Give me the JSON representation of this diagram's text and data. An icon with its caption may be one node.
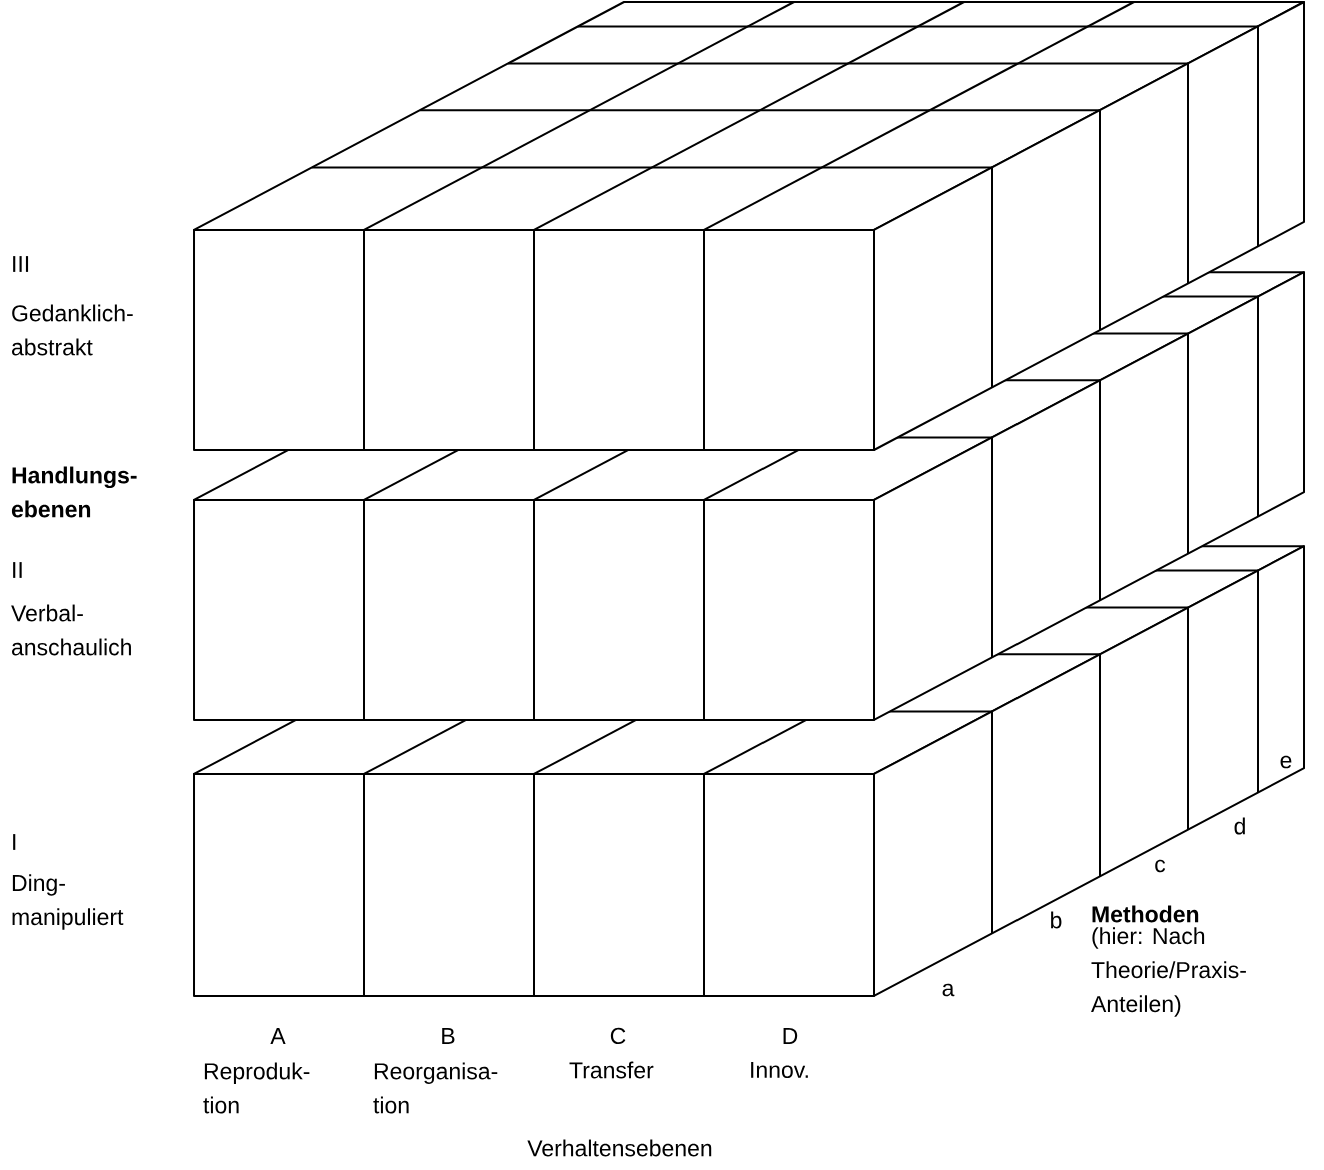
{
  "diagram": {
    "labels": [
      "III",
      "Gedanklich- abstrakt",
      "Handlungs- ebenen",
      "II",
      "Verbal- anschaulich",
      "I",
      "Ding- manipuliert",
      "e",
      "d",
      "c",
      "b",
      "a",
      "Methoden",
      "(hier: Nach Theorie/Praxis- Anteilen)",
      "A",
      "B",
      "C",
      "D",
      "Reproduk- tion",
      "Reorganisa- tion",
      "Transfer",
      "Innov.",
      "Verhaltensebenen"
    ]
  }
}
